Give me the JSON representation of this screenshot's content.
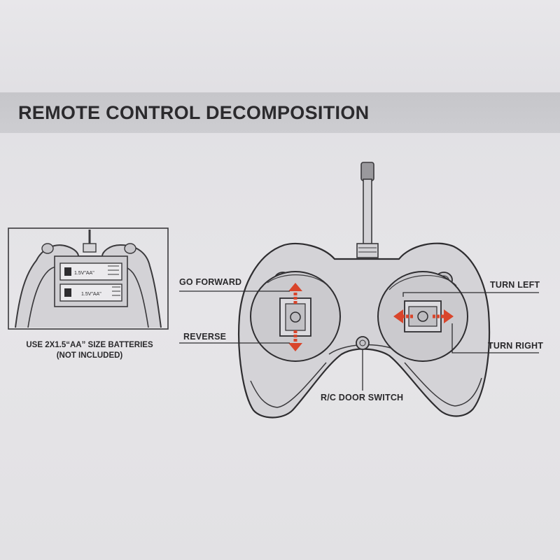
{
  "header": {
    "title": "REMOTE CONTROL DECOMPOSITION"
  },
  "battery_panel": {
    "note_line1": "USE 2X1.5“AA” SIZE BATTERIES",
    "note_line2": "(NOT INCLUDED)",
    "cell_label_top": "1.5V\"AA\"",
    "cell_label_bottom": "1.5V\"AA\""
  },
  "callouts": {
    "go_forward": "GO FORWARD",
    "reverse": "REVERSE",
    "turn_left": "TURN LEFT",
    "turn_right": "TURN RIGHT",
    "door_switch": "R/C DOOR SWITCH"
  },
  "colors": {
    "arrow": "#d9452b",
    "ink": "#2a292c"
  }
}
